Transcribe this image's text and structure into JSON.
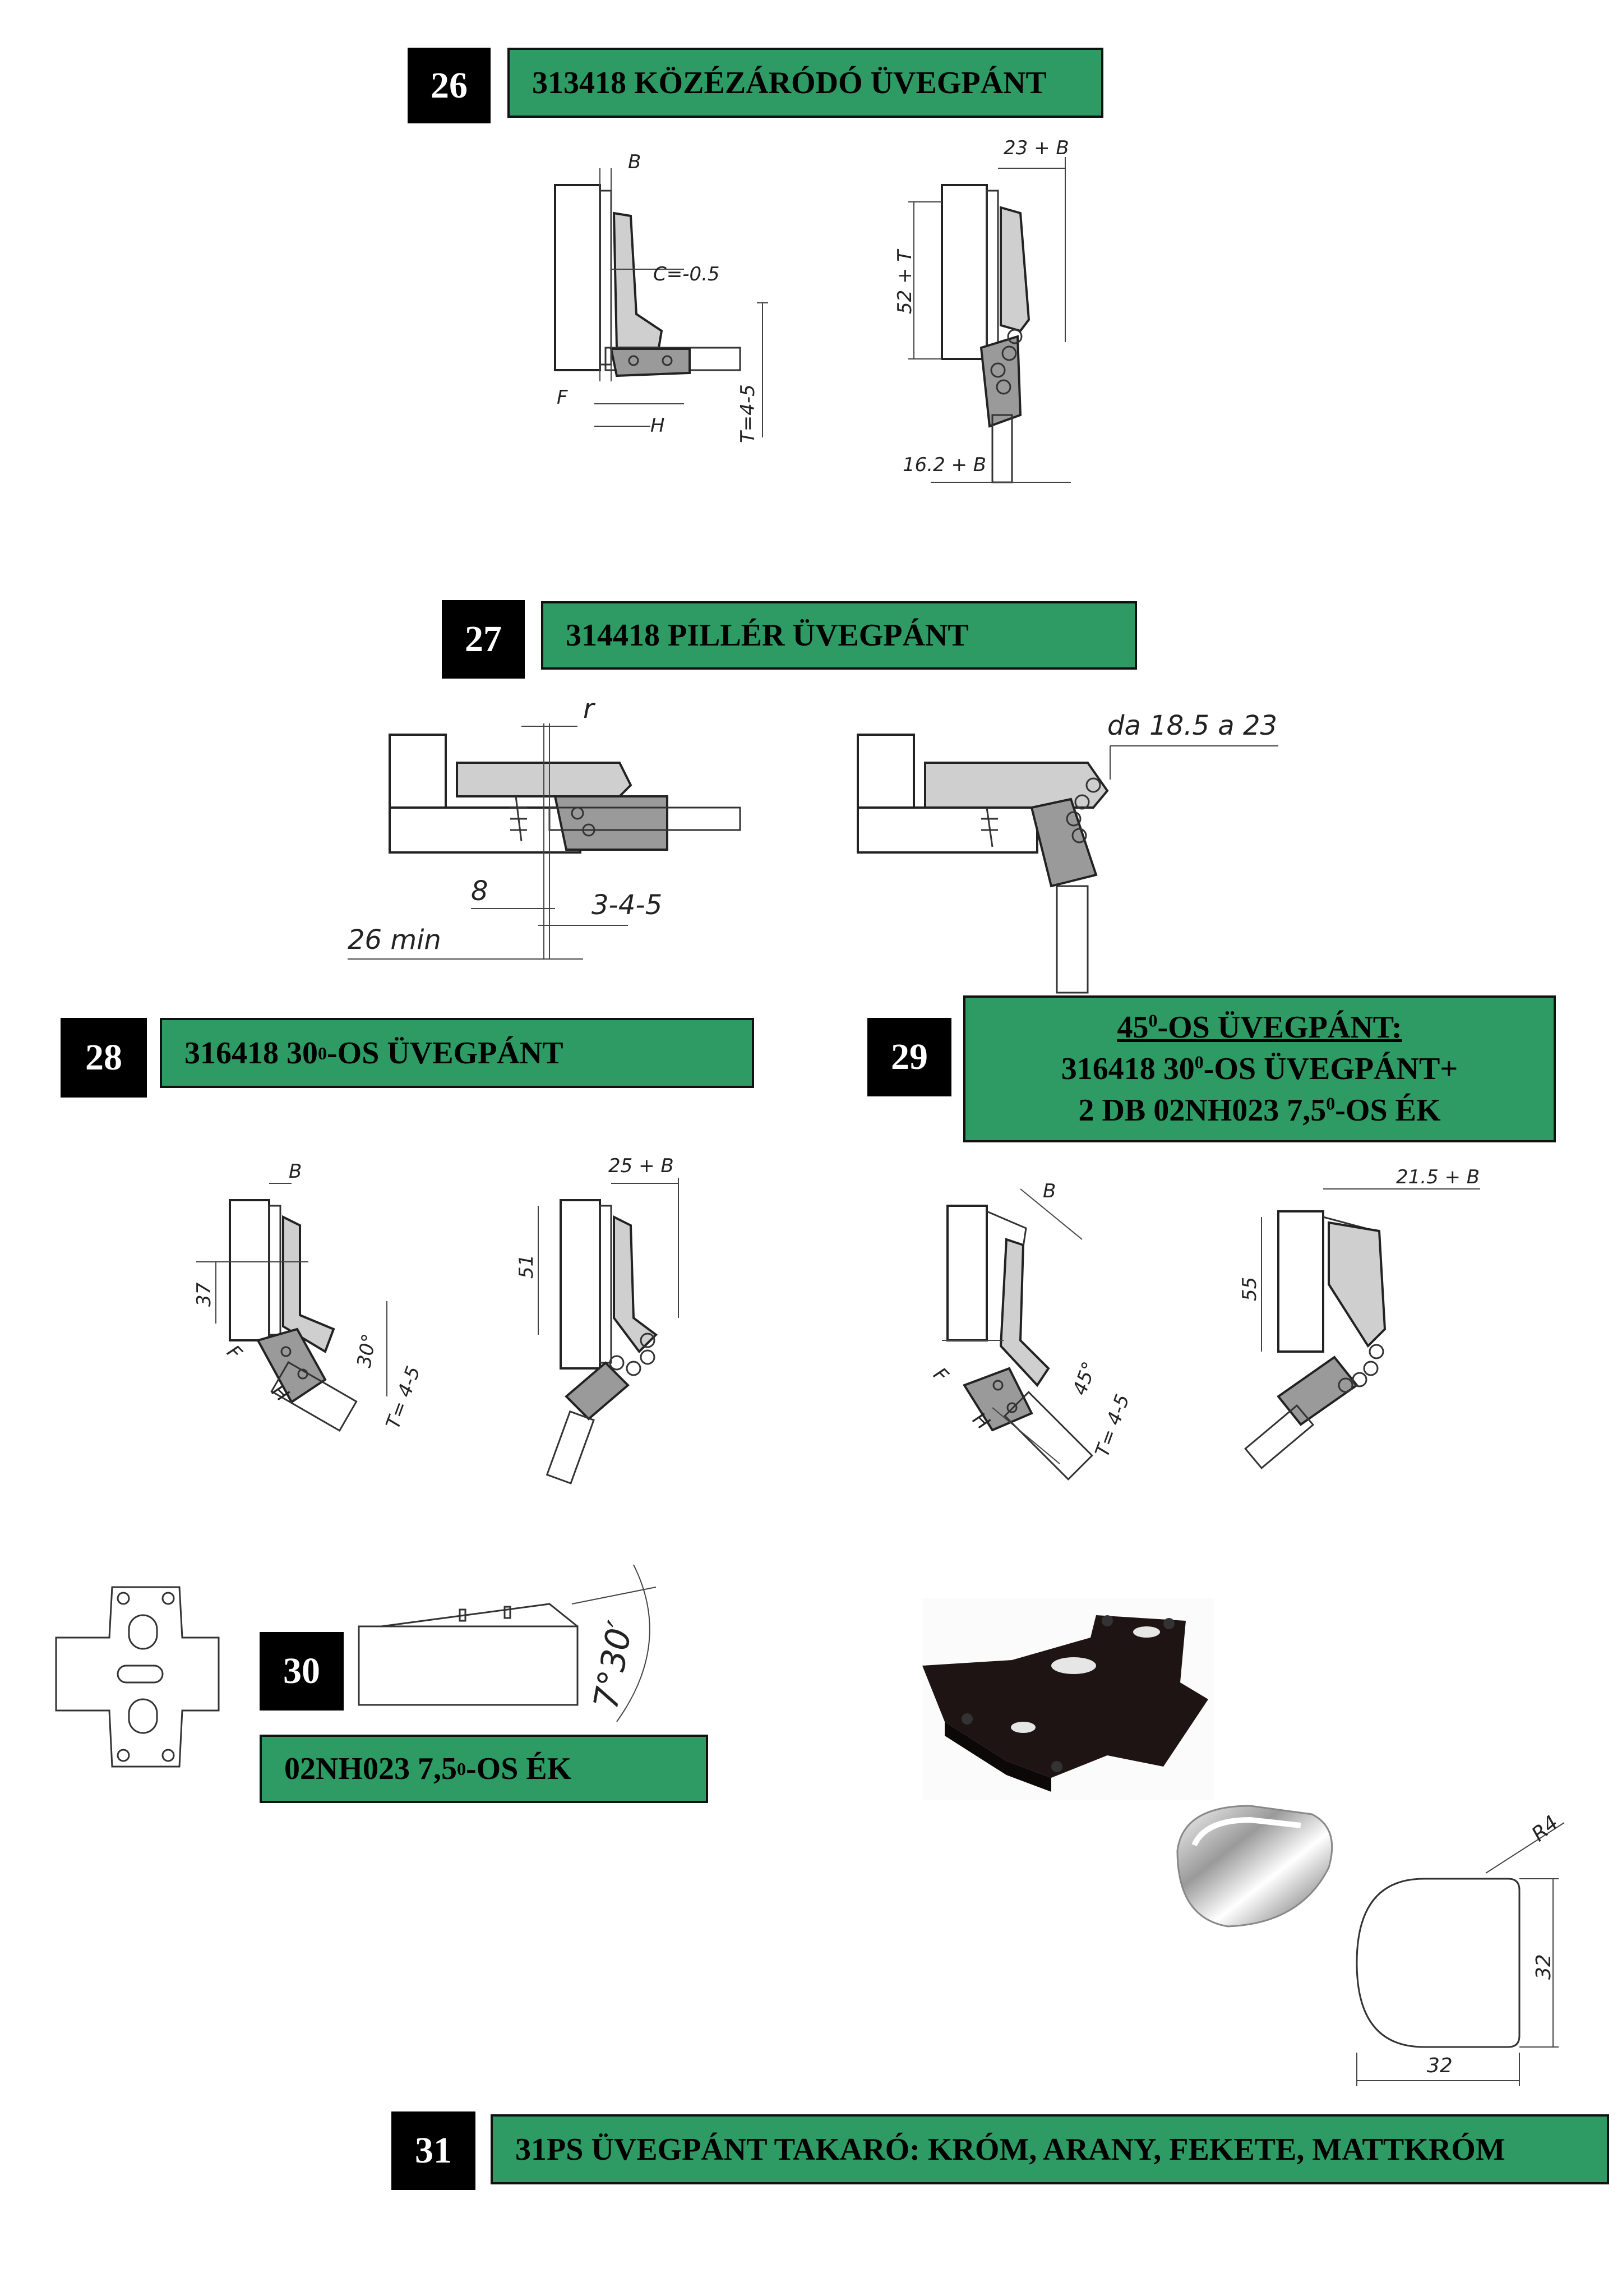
{
  "sections": [
    {
      "num": "26",
      "label": "313418 KÖZÉZÁRÓDÓ ÜVEGPÁNT"
    },
    {
      "num": "27",
      "label": "314418 PILLÉR ÜVEGPÁNT"
    },
    {
      "num": "28",
      "label_main": "316418 30",
      "label_sup": "0",
      "label_tail": "-OS ÜVEGPÁNT"
    },
    {
      "num": "29",
      "line1_main": "45",
      "line1_sup": "0",
      "line1_tail": "-OS ÜVEGPÁNT:",
      "line2_main": "316418 30",
      "line2_sup": "0",
      "line2_tail": "-OS ÜVEGPÁNT+",
      "line3_main": "2 DB 02NH023 7,5",
      "line3_sup": "0",
      "line3_tail": "-OS ÉK"
    },
    {
      "num": "30",
      "label_main": "02NH023 7,5",
      "label_sup": "0",
      "label_tail": "-OS ÉK"
    },
    {
      "num": "31",
      "label": "31PS ÜVEGPÁNT TAKARÓ: KRÓM, ARANY, FEKETE, MATTKRÓM"
    }
  ],
  "dims": {
    "s26a": {
      "b": "B",
      "c": "C=-0.5",
      "f": "F",
      "h": "H",
      "t": "T=4-5"
    },
    "s26b": {
      "top": "23 + B",
      "side": "52 + T",
      "bottom": "16.2 + B"
    },
    "s27a": {
      "r": "r",
      "eight": "8",
      "gap": "3-4-5",
      "min": "26 min"
    },
    "s27b": {
      "da": "da 18.5 a 23"
    },
    "s28a": {
      "b": "B",
      "h37": "37",
      "f": "F",
      "h": "H",
      "angle": "30°",
      "t": "T= 4-5"
    },
    "s28b": {
      "top": "25 + B",
      "side": "51"
    },
    "s29a": {
      "b": "B",
      "f": "F",
      "h": "H",
      "angle": "45°",
      "t": "T= 4-5"
    },
    "s29b": {
      "top": "21.5 + B",
      "side": "55"
    },
    "s30": {
      "angle": "7°30′"
    },
    "s31": {
      "r": "R4",
      "h": "32",
      "w": "32"
    }
  }
}
